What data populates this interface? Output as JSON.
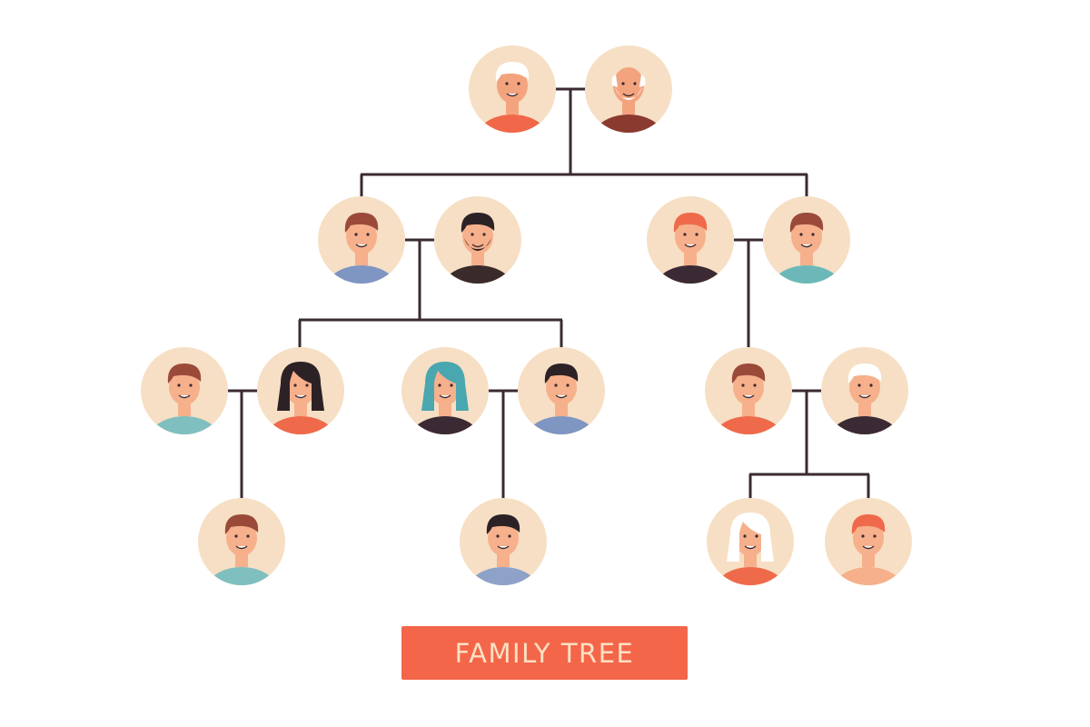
{
  "title": "FAMILY TREE",
  "colors": {
    "line": "#3b2a33",
    "circle": "#f6dfc4",
    "banner": "#f4664a",
    "banner_text": "#fde0c2"
  },
  "people": [
    {
      "id": "grandmother",
      "skin": "#f3a47f",
      "hair": "#ffffff",
      "shirt": "#f1674a"
    },
    {
      "id": "grandfather",
      "skin": "#f3a47f",
      "hair": "#ffffff",
      "shirt": "#8a3a2f",
      "beard": "#ffffff",
      "bald": true
    },
    {
      "id": "mother-left",
      "skin": "#f6b08c",
      "hair": "#9b4a3a",
      "shirt": "#7f95c2"
    },
    {
      "id": "father-left",
      "skin": "#f6b08c",
      "hair": "#2c2226",
      "shirt": "#3b2a2a",
      "beard": "#2c2226"
    },
    {
      "id": "mother-right",
      "skin": "#f6b08c",
      "hair": "#ee6a4a",
      "shirt": "#3b2a33"
    },
    {
      "id": "father-right",
      "skin": "#f6b08c",
      "hair": "#9b4a3a",
      "shirt": "#6cb8b8"
    },
    {
      "id": "son-1",
      "skin": "#f6b08c",
      "hair": "#9b4a3a",
      "shirt": "#7fbfbf"
    },
    {
      "id": "daughter-in-law-1",
      "skin": "#f6b08c",
      "hair": "#2c2226",
      "shirt": "#ee6a4a",
      "longhair": true
    },
    {
      "id": "daughter-2",
      "skin": "#f6b08c",
      "hair": "#4aa7b0",
      "shirt": "#3b2a33",
      "longhair": true
    },
    {
      "id": "son-in-law-2",
      "skin": "#f6b08c",
      "hair": "#2c2226",
      "shirt": "#7f95c2"
    },
    {
      "id": "son-3",
      "skin": "#f6b08c",
      "hair": "#9b4a3a",
      "shirt": "#ee6a4a"
    },
    {
      "id": "daughter-in-law-3",
      "skin": "#f6b08c",
      "hair": "#ffffff",
      "shirt": "#3b2a33"
    },
    {
      "id": "grandchild-1",
      "skin": "#f6b08c",
      "hair": "#9b4a3a",
      "shirt": "#7fbfbf"
    },
    {
      "id": "grandchild-2",
      "skin": "#f6b08c",
      "hair": "#2c2226",
      "shirt": "#8ea2c8"
    },
    {
      "id": "grandchild-3",
      "skin": "#f6b08c",
      "hair": "#ffffff",
      "shirt": "#ee6a4a",
      "longhair": true
    },
    {
      "id": "grandchild-4",
      "skin": "#f6b08c",
      "hair": "#ee6a4a",
      "shirt": "#f6b08c"
    }
  ]
}
